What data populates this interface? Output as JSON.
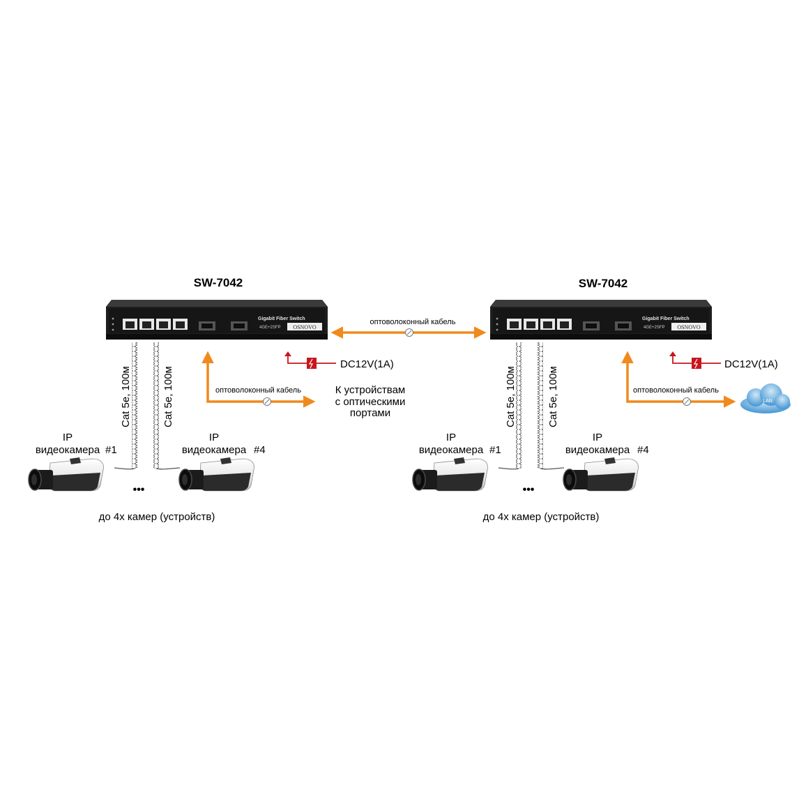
{
  "colors": {
    "switch_body": "#1e1e1e",
    "fiber_arrow": "#f08a1c",
    "power_line": "#c8161d",
    "cloud": "#4fa0d8"
  },
  "switches": [
    {
      "title": "SW-7042",
      "badge_title": "Gigabit Fiber Switch",
      "badge_model": "4GE+2SFP",
      "brand": "OSNOVO",
      "cable_labels": [
        "Cat 5e, 100м",
        "Cat 5e, 100м"
      ],
      "camera_left": {
        "line1": "IP",
        "line2": "видеокамера",
        "num": "#1"
      },
      "camera_right": {
        "line1": "IP",
        "line2": "видеокамера",
        "num": "#4"
      },
      "ellipsis": "•••",
      "bottom_label": "до 4х камер (устройств)",
      "power_label": "DC12V(1A)",
      "uplink_label": "оптоволоконный кабель"
    },
    {
      "title": "SW-7042",
      "badge_title": "Gigabit Fiber Switch",
      "badge_model": "4GE+2SFP",
      "brand": "OSNOVO",
      "cable_labels": [
        "Cat 5e, 100м",
        "Cat 5e, 100м"
      ],
      "camera_left": {
        "line1": "IP",
        "line2": "видеокамера",
        "num": "#1"
      },
      "camera_right": {
        "line1": "IP",
        "line2": "видеокамера",
        "num": "#4"
      },
      "ellipsis": "•••",
      "bottom_label": "до 4х камер (устройств)",
      "power_label": "DC12V(1A)",
      "uplink_label": "оптоволоконный кабель"
    }
  ],
  "link_label": "оптоволоконный кабель",
  "optical_devices": [
    "К устройствам",
    "с оптическими",
    "портами"
  ],
  "lan_label": "LAN"
}
